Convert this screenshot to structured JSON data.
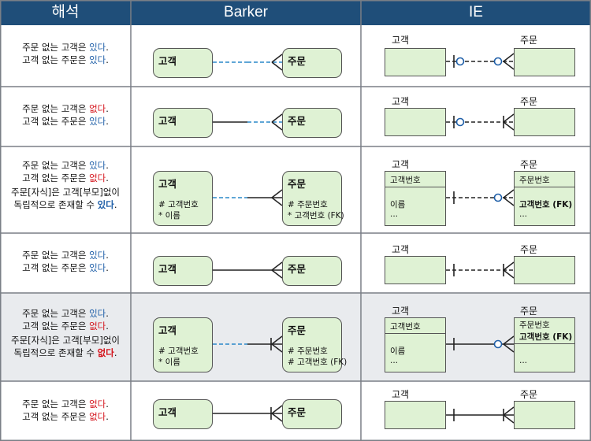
{
  "headers": {
    "interpretation": "해석",
    "barker": "Barker",
    "ie": "IE"
  },
  "colors": {
    "header_bg": "#1f4e79",
    "entity_fill": "#dff2d4",
    "entity_border": "#555555",
    "dashed_line": "#2a88c8",
    "highlight_row_bg": "#e9ebee",
    "positive": "#1f5fa8",
    "negative": "#d4121a"
  },
  "rows": [
    {
      "lines": [
        [
          "주문 없는 고객은 ",
          "있다",
          "."
        ],
        [
          "고객 없는 주문은 ",
          "있다",
          "."
        ]
      ],
      "barker": {
        "left": "고객",
        "right": "주문"
      },
      "ie": {
        "left": "고객",
        "right": "주문"
      }
    },
    {
      "lines": [
        [
          "주문 없는 고객은 ",
          "없다",
          "."
        ],
        [
          "고객 없는 주문은 ",
          "있다",
          "."
        ]
      ],
      "barker": {
        "left": "고객",
        "right": "주문"
      },
      "ie": {
        "left": "고객",
        "right": "주문"
      }
    },
    {
      "lines": [
        [
          "주문 없는 고객은 ",
          "있다",
          "."
        ],
        [
          "고객 없는 주문은 ",
          "없다",
          "."
        ]
      ],
      "note": [
        "주문[자식]은 고객[부모]없이",
        "독립적으로 존재할 수 ",
        "있다",
        "."
      ],
      "barker": {
        "left": "고객",
        "left_attrs": [
          "# 고객번호",
          "* 이름"
        ],
        "right": "주문",
        "right_attrs": [
          "# 주문번호",
          "* 고객번호 (FK)"
        ]
      },
      "ie": {
        "left": "고객",
        "left_pk": "고객번호",
        "left_attrs": [
          "이름",
          "..."
        ],
        "right": "주문",
        "right_pk": "주문번호",
        "right_attrs": [
          "고객번호 (FK)",
          "..."
        ]
      }
    },
    {
      "lines": [
        [
          "주문 없는 고객은 ",
          "있다",
          "."
        ],
        [
          "고객 없는 주문은 ",
          "있다",
          "."
        ]
      ],
      "barker": {
        "left": "고객",
        "right": "주문"
      },
      "ie": {
        "left": "고객",
        "right": "주문"
      }
    },
    {
      "lines": [
        [
          "주문 없는 고객은 ",
          "있다",
          "."
        ],
        [
          "고객 없는 주문은 ",
          "없다",
          "."
        ]
      ],
      "note": [
        "주문[자식]은 고객[부모]없이",
        "독립적으로 존재할 수 ",
        "없다",
        "."
      ],
      "barker": {
        "left": "고객",
        "left_attrs": [
          "# 고객번호",
          "* 이름"
        ],
        "right": "주문",
        "right_attrs": [
          "# 주문번호",
          "# 고객번호 (FK)"
        ]
      },
      "ie": {
        "left": "고객",
        "left_pk": "고객번호",
        "left_attrs": [
          "이름",
          "..."
        ],
        "right": "주문",
        "right_pk": "주문번호",
        "right_pk2": "고객번호 (FK)",
        "right_attrs": [
          "..."
        ]
      }
    },
    {
      "lines": [
        [
          "주문 없는 고객은 ",
          "없다",
          "."
        ],
        [
          "고객 없는 주문은 ",
          "없다",
          "."
        ]
      ],
      "barker": {
        "left": "고객",
        "right": "주문"
      },
      "ie": {
        "left": "고객",
        "right": "주문"
      }
    }
  ]
}
